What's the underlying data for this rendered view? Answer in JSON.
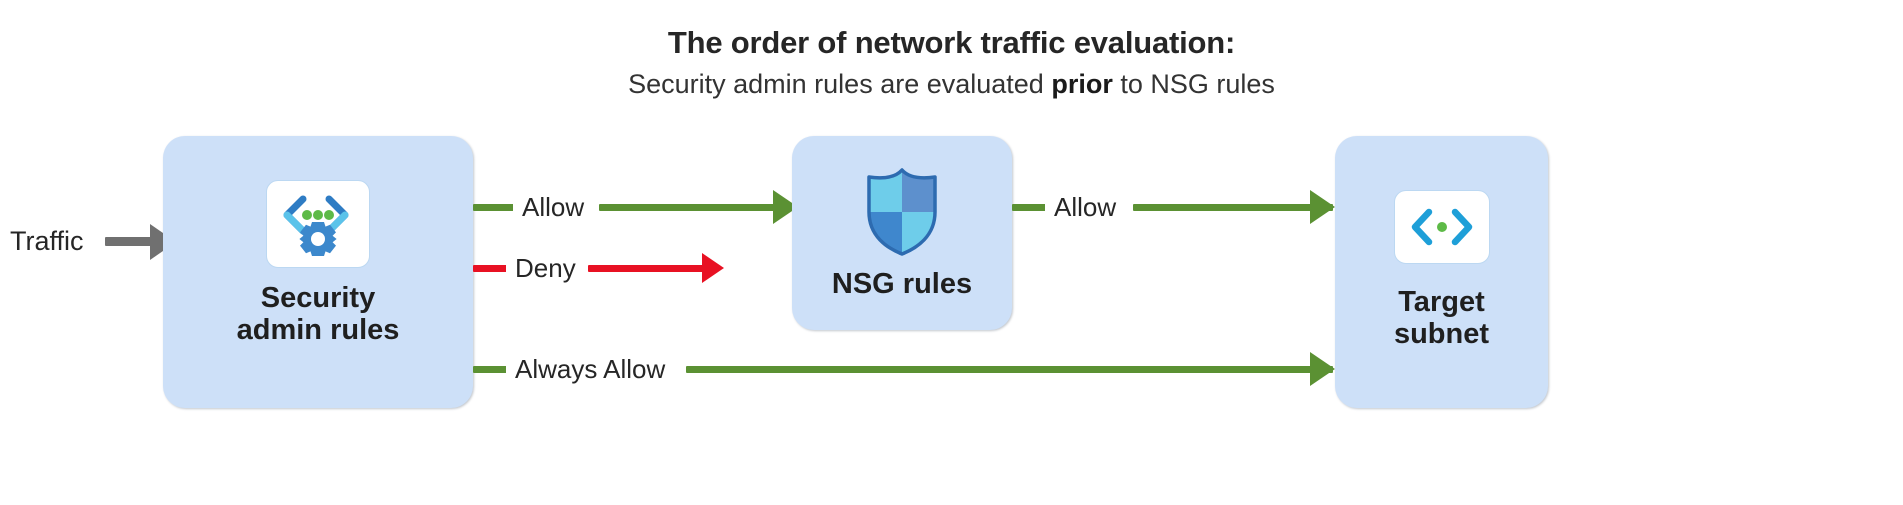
{
  "header": {
    "title": "The order of network traffic evaluation:",
    "subtitle_before": "Security admin rules are evaluated ",
    "subtitle_emphasis": "prior",
    "subtitle_after": " to NSG rules"
  },
  "nodes": [
    {
      "id": "security-admin-rules",
      "label": "Security\nadmin rules",
      "icon": "security-admin-rules-icon",
      "fill": "#cde0f8"
    },
    {
      "id": "nsg-rules",
      "label": "NSG rules",
      "icon": "shield-icon",
      "fill": "#cde0f8"
    },
    {
      "id": "target-subnet",
      "label": "Target\nsubnet",
      "icon": "subnet-code-icon",
      "fill": "#cde0f8"
    }
  ],
  "edges": [
    {
      "id": "traffic-in",
      "label": "Traffic",
      "color": "#707070",
      "from": "external",
      "to": "security-admin-rules"
    },
    {
      "id": "allow-to-nsg",
      "label": "Allow",
      "color": "#5b9133",
      "from": "security-admin-rules",
      "to": "nsg-rules"
    },
    {
      "id": "deny",
      "label": "Deny",
      "color": "#e81123",
      "from": "security-admin-rules",
      "to": "dropped"
    },
    {
      "id": "allow-to-subnet",
      "label": "Allow",
      "color": "#5b9133",
      "from": "nsg-rules",
      "to": "target-subnet"
    },
    {
      "id": "always-allow",
      "label": "Always Allow",
      "color": "#5b9133",
      "from": "security-admin-rules",
      "to": "target-subnet"
    }
  ],
  "colors": {
    "box_fill": "#cde0f8",
    "allow_green": "#5b9133",
    "deny_red": "#e81123",
    "traffic_gray": "#707070",
    "text": "#262626",
    "background": "#ffffff"
  }
}
